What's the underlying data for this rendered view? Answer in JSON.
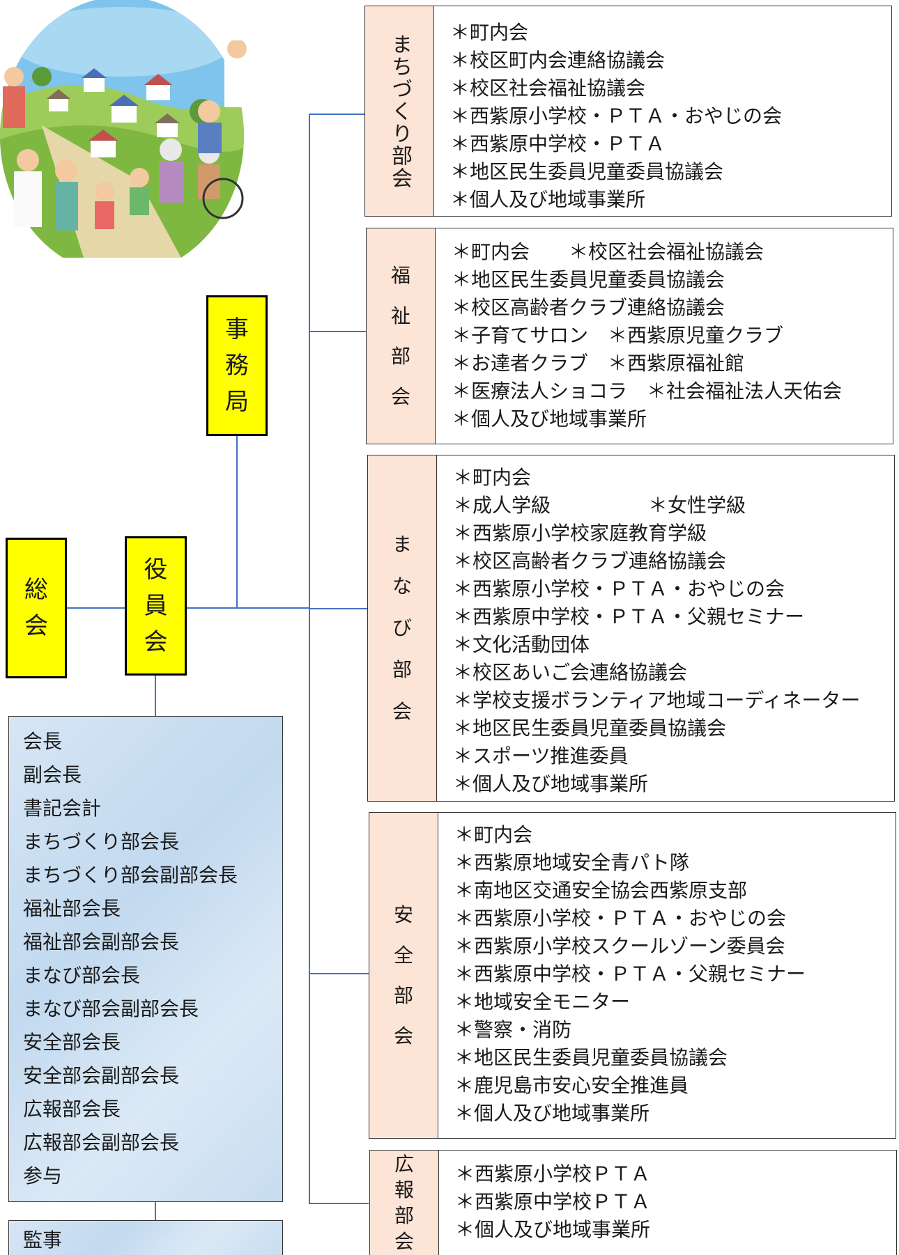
{
  "colors": {
    "connector": "#4472c4",
    "yellow_box": "#ffff00",
    "dept_label_bg": "#fce4d6",
    "officers_bg": "#cfe1f3"
  },
  "illustration": {
    "icon": "community-people-illustration"
  },
  "secretariat": {
    "chars": [
      "事",
      "務",
      "局"
    ]
  },
  "general_meeting": {
    "chars": [
      "総",
      "会"
    ]
  },
  "board": {
    "chars": [
      "役",
      "員",
      "会"
    ]
  },
  "departments": [
    {
      "label": [
        "まちづくり部会"
      ],
      "items": [
        "＊町内会",
        "＊校区町内会連絡協議会",
        "＊校区社会福祉協議会",
        "＊西紫原小学校・ＰＴＡ・おやじの会",
        "＊西紫原中学校・ＰＴＡ",
        "＊地区民生委員児童委員協議会",
        "＊個人及び地域事業所"
      ]
    },
    {
      "label": [
        "福",
        "祉",
        "部",
        "会"
      ],
      "items": [
        "＊町内会　　＊校区社会福祉協議会",
        "＊地区民生委員児童委員協議会",
        "＊校区高齢者クラブ連絡協議会",
        "＊子育てサロン　＊西紫原児童クラブ",
        "＊お達者クラブ　＊西紫原福祉館",
        "＊医療法人ショコラ　＊社会福祉法人天佑会",
        "＊個人及び地域事業所"
      ]
    },
    {
      "label": [
        "ま",
        "な",
        "び",
        "部",
        "会"
      ],
      "items": [
        "＊町内会",
        "＊成人学級　　　　　＊女性学級",
        "＊西紫原小学校家庭教育学級",
        "＊校区高齢者クラブ連絡協議会",
        "＊西紫原小学校・ＰＴＡ・おやじの会",
        "＊西紫原中学校・ＰＴＡ・父親セミナー",
        "＊文化活動団体",
        "＊校区あいご会連絡協議会",
        "＊学校支援ボランティア地域コーディネーター",
        "＊地区民生委員児童委員協議会",
        "＊スポーツ推進委員",
        "＊個人及び地域事業所"
      ]
    },
    {
      "label": [
        "安",
        "全",
        "部",
        "会"
      ],
      "items": [
        "＊町内会",
        "＊西紫原地域安全青パト隊",
        "＊南地区交通安全協会西紫原支部",
        "＊西紫原小学校・ＰＴＡ・おやじの会",
        "＊西紫原小学校スクールゾーン委員会",
        "＊西紫原中学校・ＰＴＡ・父親セミナー",
        "＊地域安全モニター",
        "＊警察・消防",
        "＊地区民生委員児童委員協議会",
        "＊鹿児島市安心安全推進員",
        "＊個人及び地域事業所"
      ]
    },
    {
      "label": [
        "広",
        "報",
        "部",
        "会"
      ],
      "items": [
        "＊西紫原小学校ＰＴＡ",
        "＊西紫原中学校ＰＴＡ",
        "＊個人及び地域事業所"
      ]
    }
  ],
  "officers": [
    "会長",
    "副会長",
    "書記会計",
    "まちづくり部会長",
    "まちづくり部会副部会長",
    "福祉部会長",
    "福祉部会副部会長",
    "まなび部会長",
    "まなび部会副部会長",
    "安全部会長",
    "安全部会副部会長",
    "広報部会長",
    "広報部会副部会長",
    "参与"
  ],
  "auditor": "監事"
}
